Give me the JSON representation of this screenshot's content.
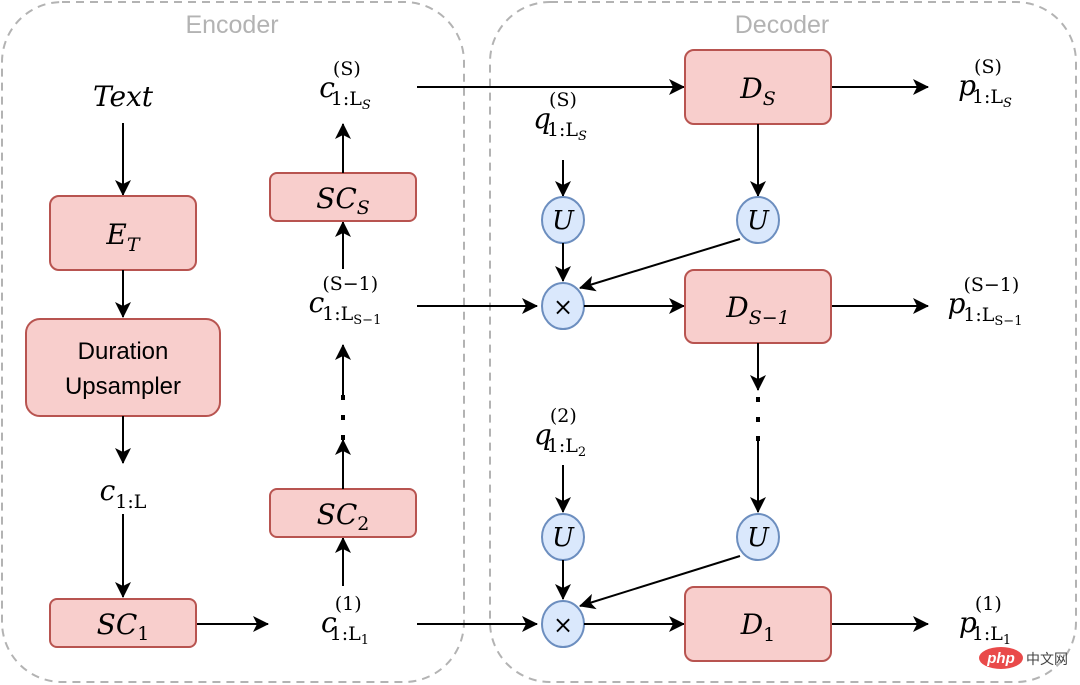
{
  "groups": {
    "encoder": {
      "label": "Encoder"
    },
    "decoder": {
      "label": "Decoder"
    }
  },
  "colors": {
    "box_fill": "#f8cecc",
    "box_stroke": "#b85450",
    "circle_fill": "#dae8fc",
    "circle_stroke": "#6c8ebf",
    "group_border": "#b3b3b3"
  },
  "encoder": {
    "input": {
      "text": "Text"
    },
    "et": {
      "base": "E",
      "sub": "T"
    },
    "duration_upsampler": {
      "line1": "Duration",
      "line2": "Upsampler"
    },
    "c_full": {
      "base": "c",
      "sub": "1:L"
    },
    "sc1": {
      "base": "SC",
      "sub": "1"
    },
    "sc2": {
      "base": "SC",
      "sub": "2"
    },
    "scs": {
      "base": "SC",
      "sub": "S"
    },
    "c1": {
      "base": "c",
      "sup": "(1)",
      "sub": "1:L",
      "subsub": "1"
    },
    "cs1": {
      "base": "c",
      "sup": "(S−1)",
      "sub": "1:L",
      "subsub": "S−1"
    },
    "cs": {
      "base": "c",
      "sup": "(S)",
      "sub": "1:L",
      "subsub": "S"
    },
    "ellipsis": "⋮"
  },
  "decoder": {
    "ds": {
      "base": "D",
      "sub": "S"
    },
    "ds1": {
      "base": "D",
      "sub": "S−1"
    },
    "d1": {
      "base": "D",
      "sub": "1"
    },
    "qs": {
      "base": "q",
      "sup": "(S)",
      "sub": "1:L",
      "subsub": "S"
    },
    "q2": {
      "base": "q",
      "sup": "(2)",
      "sub": "1:L",
      "subsub": "2"
    },
    "ps": {
      "base": "p",
      "sup": "(S)",
      "sub": "1:L",
      "subsub": "S"
    },
    "ps1": {
      "base": "p",
      "sup": "(S−1)",
      "sub": "1:L",
      "subsub": "S−1"
    },
    "p1": {
      "base": "p",
      "sup": "(1)",
      "sub": "1:L",
      "subsub": "1"
    },
    "upsample_label": "U",
    "multiply_label": "×",
    "ellipsis": "⋮"
  },
  "watermark": {
    "brand": "php",
    "text": "中文网"
  }
}
